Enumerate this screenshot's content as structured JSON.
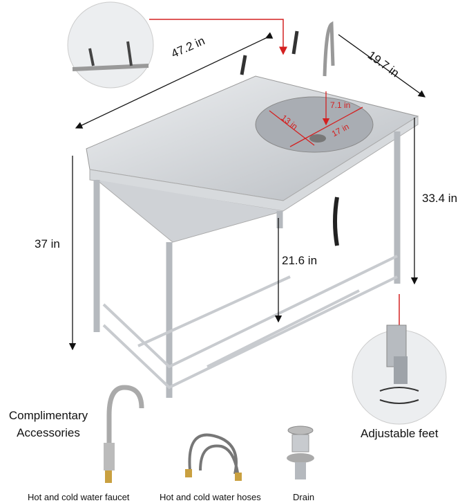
{
  "dimensions": {
    "length": "47.2 in",
    "depth": "19.7 in",
    "height": "37 in",
    "counter_height": "33.4 in",
    "shelf_clearance": "21.6 in",
    "bowl_depth": "7.1 in",
    "bowl_width": "13 in",
    "bowl_length": "17 in"
  },
  "accessories": {
    "heading": "Complimentary Accessories",
    "items": [
      {
        "label": "Hot and cold water faucet"
      },
      {
        "label": "Hot and cold water hoses"
      },
      {
        "label": "Drain"
      }
    ]
  },
  "feature": {
    "label": "Adjustable feet"
  },
  "colors": {
    "annotation": "#d42020",
    "steel": "#c9ccd0",
    "dimension_line": "#111111"
  }
}
